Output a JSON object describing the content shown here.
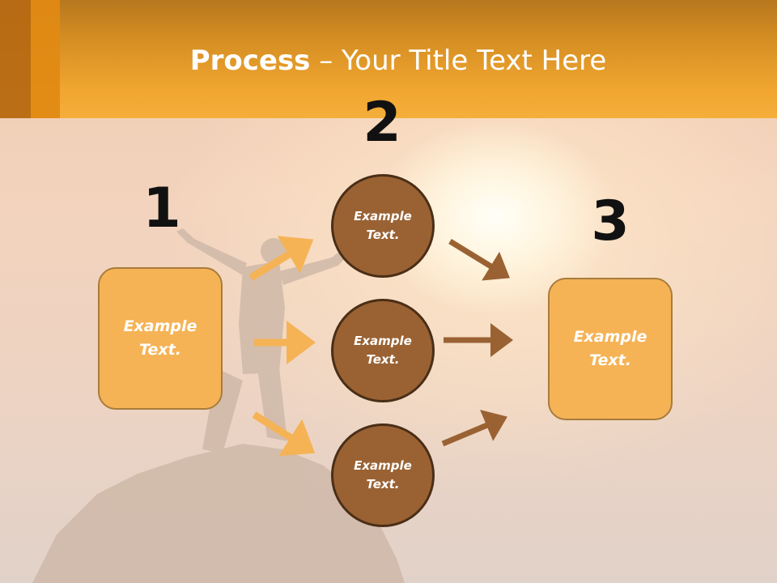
{
  "slide": {
    "title_bold": "Process",
    "title_rest": " – Your Title Text Here"
  },
  "steps": [
    {
      "number": "1",
      "text": "Example Text."
    },
    {
      "number": "2",
      "text": ""
    },
    {
      "number": "3",
      "text": "Example Text."
    }
  ],
  "circles": [
    {
      "text": "Example Text."
    },
    {
      "text": "Example Text."
    },
    {
      "text": "Example Text."
    }
  ],
  "colors": {
    "header": "#f0a530",
    "box_fill": "#f5b356",
    "circle_fill": "#9a6233",
    "arrow_left": "#f5b356",
    "arrow_right": "#9a6233"
  }
}
